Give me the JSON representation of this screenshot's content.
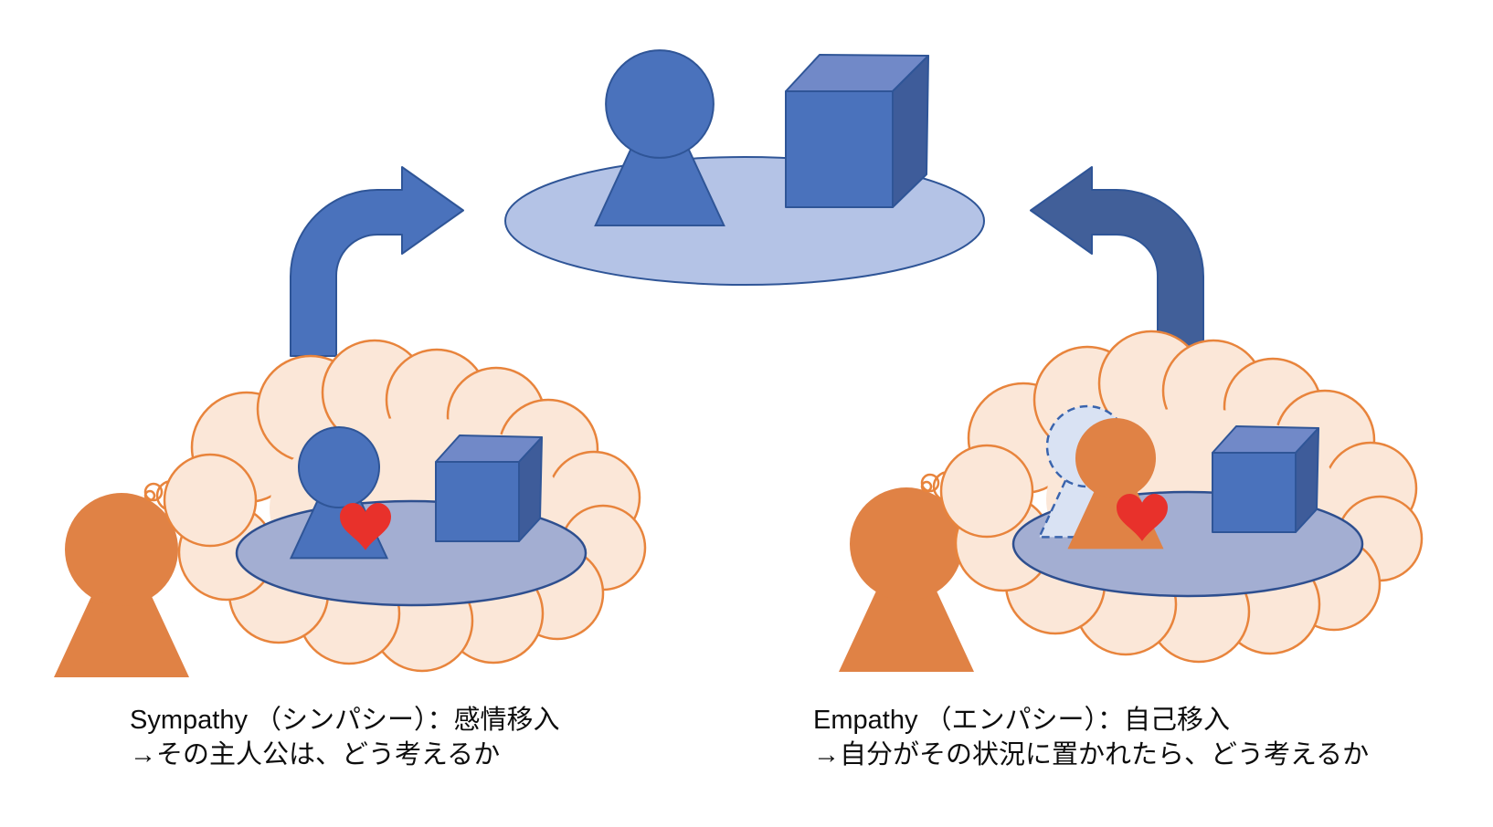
{
  "title": "Sympathy vs Empathy diagram",
  "labels": {
    "sympathy_title": "Sympathy （シンパシー）：感情移入",
    "sympathy_subtitle": "→その主人公は、どう考えるか",
    "empathy_title": "Empathy （エンパシー）：自己移入",
    "empathy_subtitle": "→自分がその状況に置かれたら、どう考えるか"
  },
  "icons": {
    "person": "circle-head-triangle-body-figure",
    "cube": "3d-cube-block",
    "heart": "red-heart",
    "thought_bubble": "scalloped-cloud-with-tail-circles",
    "bent_arrow_left": "up-then-right-bent-arrow",
    "bent_arrow_right": "up-then-left-bent-arrow",
    "stage": "ellipse-platform",
    "ghost_outline": "dashed-silhouette-of-displaced-person"
  },
  "colors": {
    "blue_fill": "#4a72bc",
    "blue_stroke": "#2f5597",
    "cube_top": "#7189c8",
    "cube_side": "#3e5c9a",
    "stage_fill": "#b4c3e6",
    "bubble_stage_fill": "#a3aed2",
    "bubble_stage_stroke": "#2e4f8f",
    "dark_arrow_fill": "#415f99",
    "orange_fill": "#e08245",
    "cloud_fill": "#fbe7d8",
    "cloud_stroke": "#e8843c",
    "heart_red": "#e8312b",
    "ghost_fill": "#d9e2f3",
    "ghost_stroke": "#3a64ad",
    "text_color": "#0d0d0d"
  }
}
